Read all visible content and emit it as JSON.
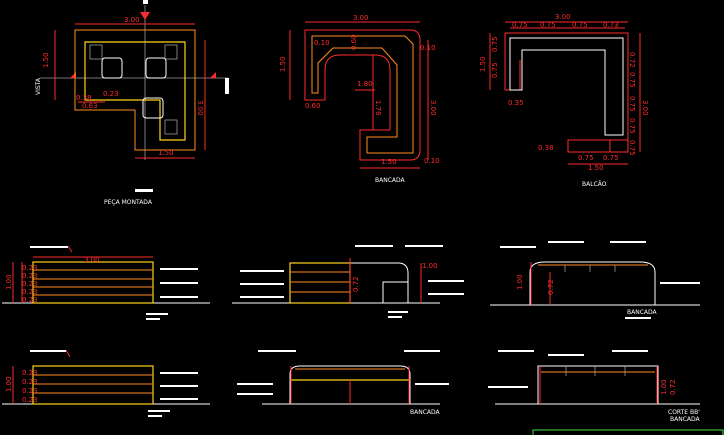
{
  "plans": {
    "pecas": {
      "title": "PEÇA MONTADA",
      "dims": [
        "3.00",
        "1.50",
        "3.00",
        "0.38",
        "0.63",
        "0.23",
        "1.50"
      ],
      "side_label": "VISTA"
    },
    "bancada": {
      "title": "BANCADA",
      "dims": [
        "3.00",
        "0.10",
        "0.10",
        "1.50",
        "0.60",
        "1.80",
        "1.76",
        "3.00",
        "0.60",
        "1.50",
        "0.10"
      ]
    },
    "balcao": {
      "title": "BALCÃO",
      "dims": [
        "3.00",
        "0.75",
        "0.75",
        "0.75",
        "0.73",
        "0.72",
        "1.50",
        "0.75",
        "0.75",
        "0.75",
        "0.75",
        "0.75",
        "0.75",
        "0.35",
        "3.00",
        "0.38",
        "0.75",
        "0.75",
        "1.50"
      ]
    }
  },
  "elevations": {
    "e1": {
      "dims": [
        "3.00",
        "1.00",
        "0.23",
        "0.23",
        "0.23",
        "0.23",
        "0.23"
      ]
    },
    "e2": {
      "dims": [
        "1.00",
        "0.72"
      ]
    },
    "e3": {
      "dims": [
        "1.00",
        "0.72"
      ],
      "caption": "BANCADA"
    },
    "e4": {
      "dims": [
        "1.00",
        "0.23",
        "0.23",
        "0.23",
        "0.23"
      ]
    },
    "e5": {
      "caption": "BANCADA"
    },
    "e6": {
      "dims": [
        "1.00",
        "0.72"
      ],
      "caption_1": "CORTE BB'",
      "caption_2": "BANCADA"
    }
  }
}
